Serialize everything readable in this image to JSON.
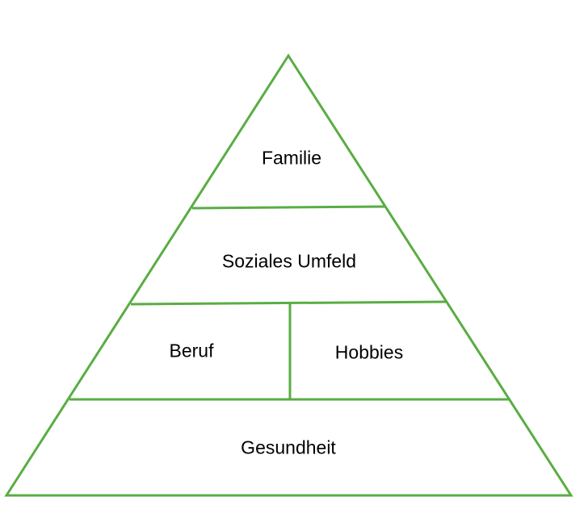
{
  "colors": {
    "stroke": "#59ad44",
    "text": "#000000",
    "background": "#ffffff"
  },
  "pyramid": {
    "levels": {
      "top": "Familie",
      "second": "Soziales Umfeld",
      "third_left": "Beruf",
      "third_right": "Hobbies",
      "base": "Gesundheit"
    }
  }
}
